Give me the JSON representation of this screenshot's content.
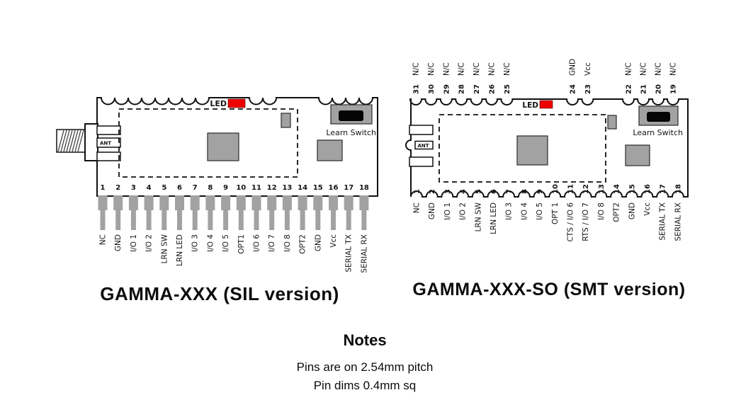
{
  "colors": {
    "pin_gray": "#a2a2a2",
    "led_red": "#ee0000",
    "ink": "#111111"
  },
  "notes": {
    "heading": "Notes",
    "lines": [
      "Pins are on 2.54mm pitch",
      "Pin dims 0.4mm sq"
    ]
  },
  "modules": [
    {
      "title": "GAMMA-XXX (SIL version)",
      "led_label": "LED",
      "learn_switch_label": "Learn Switch",
      "ant_label": "ANT",
      "bottom_pins": [
        {
          "num": "1",
          "label": "NC"
        },
        {
          "num": "2",
          "label": "GND"
        },
        {
          "num": "3",
          "label": "I/O 1"
        },
        {
          "num": "4",
          "label": "I/O 2"
        },
        {
          "num": "5",
          "label": "LRN SW"
        },
        {
          "num": "6",
          "label": "LRN LED"
        },
        {
          "num": "7",
          "label": "I/O 3"
        },
        {
          "num": "8",
          "label": "I/O 4"
        },
        {
          "num": "9",
          "label": "I/O 5"
        },
        {
          "num": "10",
          "label": "OPT1"
        },
        {
          "num": "11",
          "label": "I/O 6"
        },
        {
          "num": "12",
          "label": "I/O 7"
        },
        {
          "num": "13",
          "label": "I/O 8"
        },
        {
          "num": "14",
          "label": "OPT2"
        },
        {
          "num": "15",
          "label": "GND"
        },
        {
          "num": "16",
          "label": "Vcc"
        },
        {
          "num": "17",
          "label": "SERIAL TX"
        },
        {
          "num": "18",
          "label": "SERIAL RX"
        }
      ]
    },
    {
      "title": "GAMMA-XXX-SO (SMT version)",
      "led_label": "LED",
      "learn_switch_label": "Learn Switch",
      "ant_label": "ANT",
      "bottom_pins": [
        {
          "num": "1",
          "label": "NC"
        },
        {
          "num": "2",
          "label": "GND"
        },
        {
          "num": "3",
          "label": "I/O 1"
        },
        {
          "num": "4",
          "label": "I/O 2"
        },
        {
          "num": "5",
          "label": "LRN SW"
        },
        {
          "num": "6",
          "label": "LRN LED"
        },
        {
          "num": "7",
          "label": "I/O 3"
        },
        {
          "num": "8",
          "label": "I/O 4"
        },
        {
          "num": "9",
          "label": "I/O 5"
        },
        {
          "num": "10",
          "label": "OPT 1"
        },
        {
          "num": "11",
          "label": "CTS / I/O 6"
        },
        {
          "num": "12",
          "label": "RTS / I/O 7"
        },
        {
          "num": "13",
          "label": "I/O 8"
        },
        {
          "num": "14",
          "label": "OPT2"
        },
        {
          "num": "15",
          "label": "GND"
        },
        {
          "num": "16",
          "label": "Vcc"
        },
        {
          "num": "17",
          "label": "SERIAL TX"
        },
        {
          "num": "18",
          "label": "SERIAL RX"
        }
      ],
      "top_pins": [
        {
          "num": "31",
          "label": "N/C"
        },
        {
          "num": "30",
          "label": "N/C"
        },
        {
          "num": "29",
          "label": "N/C"
        },
        {
          "num": "28",
          "label": "N/C"
        },
        {
          "num": "27",
          "label": "N/C"
        },
        {
          "num": "26",
          "label": "N/C"
        },
        {
          "num": "25",
          "label": "N/C"
        },
        {
          "num": "24",
          "label": "GND"
        },
        {
          "num": "23",
          "label": "Vcc"
        },
        {
          "num": "22",
          "label": "N/C"
        },
        {
          "num": "21",
          "label": "N/C"
        },
        {
          "num": "20",
          "label": "N/C"
        },
        {
          "num": "19",
          "label": "N/C"
        }
      ]
    }
  ]
}
